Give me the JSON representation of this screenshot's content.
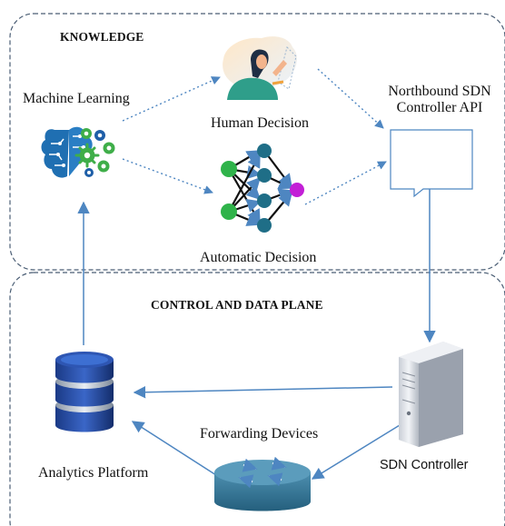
{
  "regions": {
    "knowledge": "KNOWLEDGE",
    "control_plane": "CONTROL AND DATA PLANE"
  },
  "nodes": {
    "machine_learning": "Machine Learning",
    "human_decision": "Human Decision",
    "automatic_decision": "Automatic Decision",
    "northbound_api_line1": "Northbound SDN",
    "northbound_api_line2": "Controller API",
    "forwarding_devices": "Forwarding Devices",
    "analytics_platform": "Analytics Platform",
    "sdn_controller": "SDN Controller"
  },
  "colors": {
    "border": "#4a5d74",
    "arrow": "#4e86c1",
    "brain": "#1f6fb2",
    "gear_green": "#3fae49",
    "gear_blue": "#1f5fa8",
    "node_teal": "#1f6e87",
    "node_green": "#2fb34a",
    "node_purple": "#c21fd6",
    "db_blue": "#1e3f8c",
    "router": "#2f7596"
  },
  "icons": {
    "machine_learning": "brain-gears-icon",
    "human_decision": "person-icon",
    "automatic_decision": "neural-network-icon",
    "northbound_api": "speech-box-icon",
    "analytics": "database-icon",
    "sdn_controller": "server-tower-icon",
    "forwarding": "router-icon"
  }
}
